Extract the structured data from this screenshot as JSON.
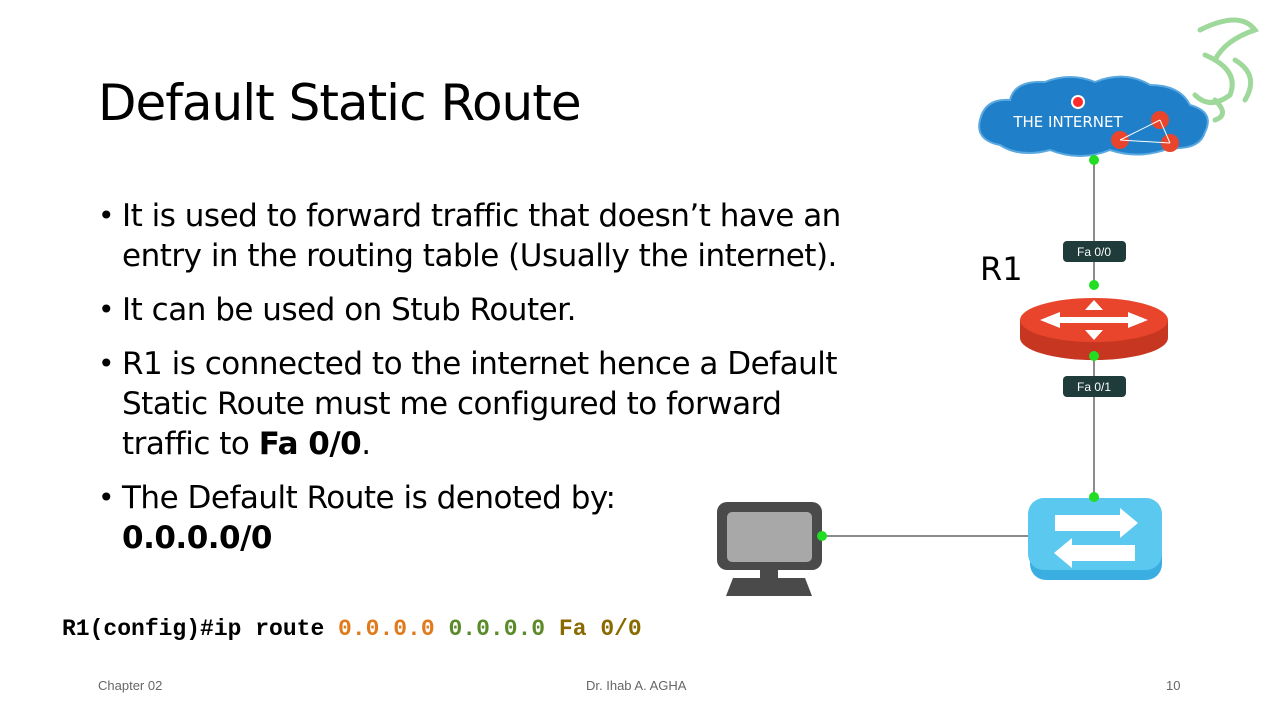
{
  "slide": {
    "title": "Default Static Route",
    "bullets": [
      {
        "text": "It is used to forward traffic that doesn’t have an entry in the routing table (Usually the internet)."
      },
      {
        "text": "It can be used on Stub Router."
      },
      {
        "text_before": "R1 is connected to the internet hence a Default Static Route must me configured to forward traffic to ",
        "bold": "Fa 0/0",
        "text_after": "."
      },
      {
        "text": "The Default Route is denoted by:",
        "bold": "0.0.0.0/0"
      }
    ],
    "command": {
      "prefix": "R1(config)#ip route ",
      "network": "0.0.0.0",
      "mask": "0.0.0.0",
      "interface": "Fa 0/0"
    }
  },
  "diagram": {
    "internet_label": "THE INTERNET",
    "router_label": "R1",
    "interface_top": "Fa 0/0",
    "interface_bottom": "Fa 0/1"
  },
  "footer": {
    "left": "Chapter 02",
    "center": "Dr. Ihab A. AGHA",
    "right": "10"
  },
  "colors": {
    "cloud": "#1f7fc8",
    "router": "#e8452c",
    "switch": "#5bc8ef",
    "link_dot": "#22dd22",
    "network": "#e07a1a",
    "mask": "#5a8a2a",
    "interface": "#8a6a00"
  }
}
